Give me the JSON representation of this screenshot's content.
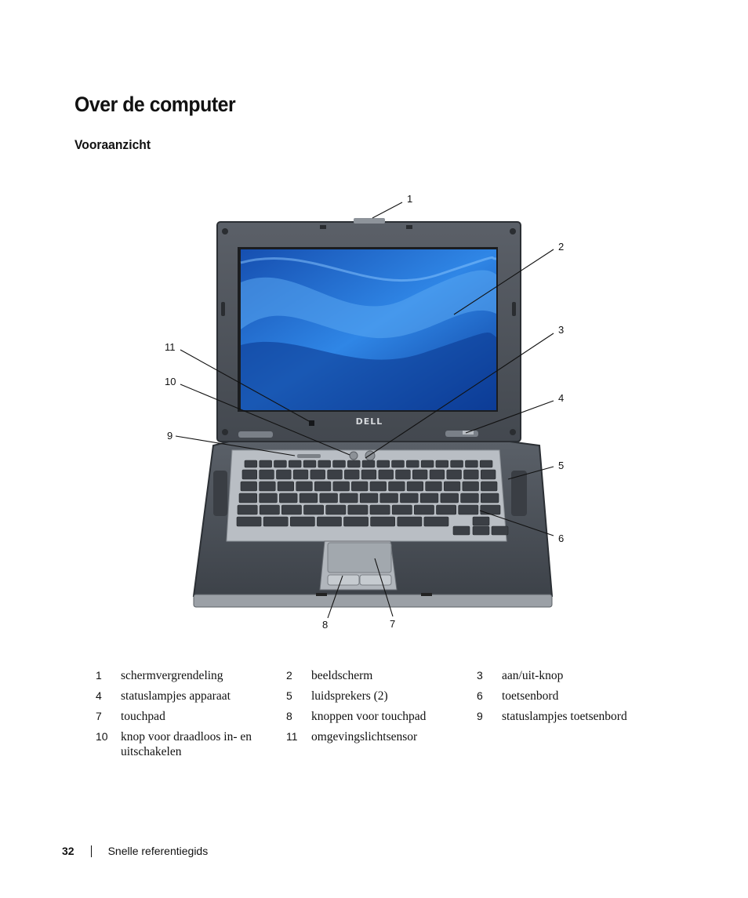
{
  "page": {
    "title": "Over de computer",
    "section": "Vooraanzicht"
  },
  "figure": {
    "brand_logo": "DELL",
    "callouts": [
      "1",
      "2",
      "3",
      "4",
      "5",
      "6",
      "7",
      "8",
      "9",
      "10",
      "11"
    ]
  },
  "legend": [
    {
      "num": "1",
      "label": "schermvergrendeling"
    },
    {
      "num": "2",
      "label": "beeldscherm"
    },
    {
      "num": "3",
      "label": "aan/uit-knop"
    },
    {
      "num": "4",
      "label": "statuslampjes apparaat"
    },
    {
      "num": "5",
      "label": "luidsprekers (2)"
    },
    {
      "num": "6",
      "label": "toetsenbord"
    },
    {
      "num": "7",
      "label": "touchpad"
    },
    {
      "num": "8",
      "label": "knoppen voor touchpad"
    },
    {
      "num": "9",
      "label": "statuslampjes toetsenbord"
    },
    {
      "num": "10",
      "label": "knop voor draadloos in- en uitschakelen"
    },
    {
      "num": "11",
      "label": "omgevingslichtsensor"
    }
  ],
  "footer": {
    "page_number": "32",
    "doc_title": "Snelle referentiegids"
  },
  "colors": {
    "screen_blue": "#1f6fd6",
    "chassis_dark": "#4a4f56",
    "keyboard_frame": "#b9bec4"
  }
}
